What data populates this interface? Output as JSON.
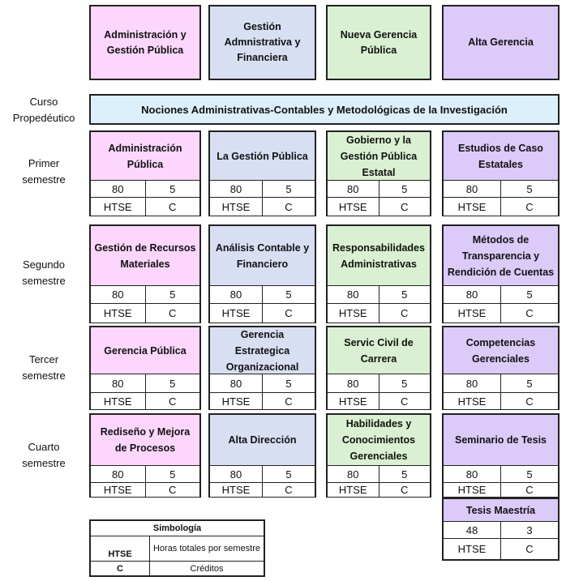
{
  "areas": [
    "Administración y Gestión Pública",
    "Gestión Admnistrativa y Financiera",
    "Nueva Gerencia Pública",
    "Alta Gerencia"
  ],
  "propedeutico": {
    "label_line1": "Curso",
    "label_line2": "Propedéutico",
    "title": "Nociones Administrativas-Contables y Metodológicas de la Investigación"
  },
  "semesters": [
    {
      "label_line1": "Primer",
      "label_line2": "semestre",
      "courses": [
        {
          "title": "Administración Pública",
          "hours": "80",
          "credits": "5",
          "type": "HTSE",
          "code": "C"
        },
        {
          "title": "La Gestión Pública",
          "hours": "80",
          "credits": "5",
          "type": "HTSE",
          "code": "C"
        },
        {
          "title": "Gobierno y la Gestión Pública Estatal",
          "hours": "80",
          "credits": "5",
          "type": "HTSE",
          "code": "C"
        },
        {
          "title": "Estudios de Caso Estatales",
          "hours": "80",
          "credits": "5",
          "type": "HTSE",
          "code": "C"
        }
      ]
    },
    {
      "label_line1": "Segundo",
      "label_line2": "semestre",
      "courses": [
        {
          "title": "Gestión de Recursos Materiales",
          "hours": "80",
          "credits": "5",
          "type": "HTSE",
          "code": "C"
        },
        {
          "title": "Análisis Contable y Financiero",
          "hours": "80",
          "credits": "5",
          "type": "HTSE",
          "code": "C"
        },
        {
          "title": "Responsabilidades Administrativas",
          "hours": "80",
          "credits": "5",
          "type": "HTSE",
          "code": "C"
        },
        {
          "title": "Métodos de Transparencia y Rendición de Cuentas",
          "hours": "80",
          "credits": "5",
          "type": "HTSE",
          "code": "C"
        }
      ]
    },
    {
      "label_line1": "Tercer",
      "label_line2": "semestre",
      "courses": [
        {
          "title": "Gerencia Pública",
          "hours": "80",
          "credits": "5",
          "type": "HTSE",
          "code": "C"
        },
        {
          "title": "Gerencia Estrategica Organizacional",
          "hours": "80",
          "credits": "5",
          "type": "HTSE",
          "code": "C"
        },
        {
          "title": "Servic Civil de Carrera",
          "hours": "80",
          "credits": "5",
          "type": "HTSE",
          "code": "C"
        },
        {
          "title": "Competencias Gerenciales",
          "hours": "80",
          "credits": "5",
          "type": "HTSE",
          "code": "C"
        }
      ]
    },
    {
      "label_line1": "Cuarto",
      "label_line2": "semestre",
      "courses": [
        {
          "title": "Rediseño y Mejora de Procesos",
          "hours": "80",
          "credits": "5",
          "type": "HTSE",
          "code": "C"
        },
        {
          "title": "Alta Dirección",
          "hours": "80",
          "credits": "5",
          "type": "HTSE",
          "code": "C"
        },
        {
          "title": "Habilidades y Conocimientos Gerenciales",
          "hours": "80",
          "credits": "5",
          "type": "HTSE",
          "code": "C"
        },
        {
          "title": "Seminario de Tesis",
          "hours": "80",
          "credits": "5",
          "type": "HTSE",
          "code": "C"
        }
      ]
    }
  ],
  "tesis": {
    "title": "Tesis Maestría",
    "hours": "48",
    "credits": "3",
    "type": "HTSE",
    "code": "C"
  },
  "legend": {
    "title": "Simbología",
    "items": [
      {
        "key": "HTSE",
        "value": "Horas totales por semestre"
      },
      {
        "key": "C",
        "value": "Créditos"
      }
    ]
  },
  "colors": {
    "area1": "#fcd6fc",
    "area2": "#d8dff3",
    "area3": "#d9f1d2",
    "area4": "#dccaf9",
    "propedeutico": "#dcf0fb"
  }
}
